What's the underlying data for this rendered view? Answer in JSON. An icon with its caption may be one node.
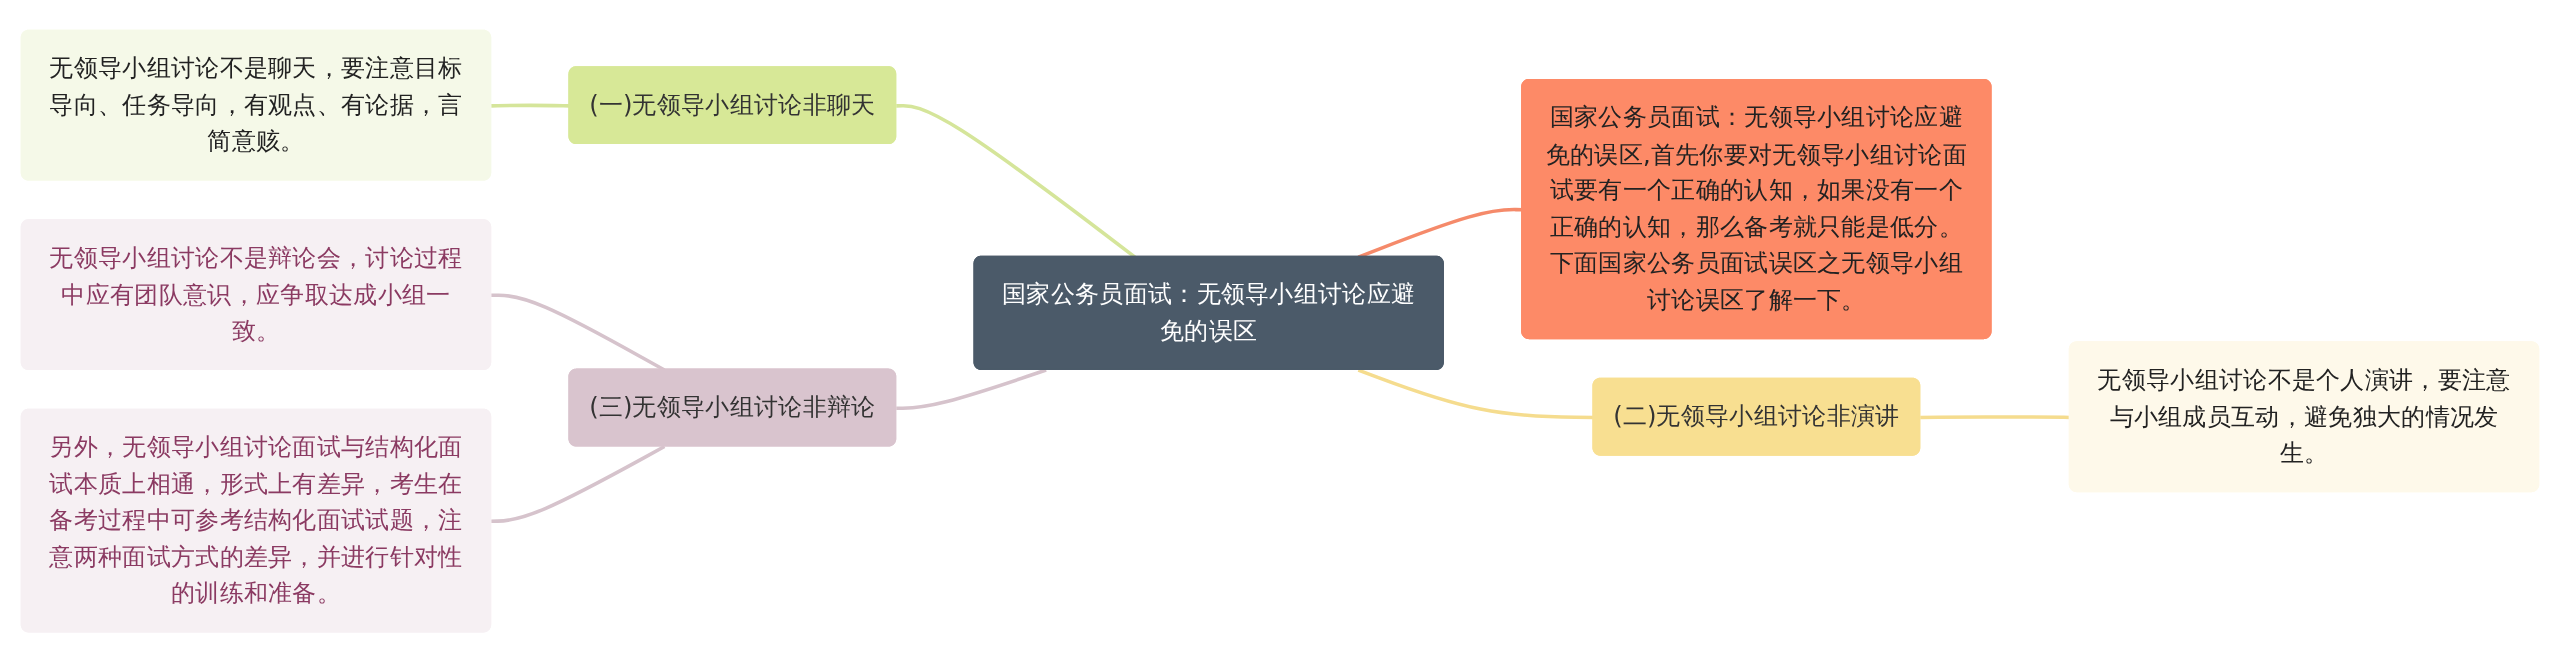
{
  "diagram": {
    "nodes": [
      {
        "text": [
          "国家公务员面试：无领导小组讨论应避免的误区"
        ]
      },
      {
        "text": [
          "(一)无领导小组讨论非聊天"
        ]
      },
      {
        "text": [
          "无领导小组讨论不是聊天，要注意目标导向、任务导向，有观点、有论据，言简意赅。"
        ]
      },
      {
        "text": [
          "(三)无领导小组讨论非辩论"
        ]
      },
      {
        "text": [
          "无领导小组讨论不是辩论会，讨论过程中应有团队意识，应争取达成小组一致。"
        ]
      },
      {
        "text": [
          "另外，无领导小组讨论面试与结构化面试本质上相通，形式上有差异，考生在备考过程中可参考结构化面试试题，注意两种面试方式的差异，并进行针对性的训练和准备。"
        ]
      },
      {
        "text": [
          "国家公务员面试：无领导小组讨论应避免的误区,首先你要对无领导小组讨论面试要有一个正确的认知，如果没有一个正确的认知，那么备考就只能是低分。下面国家公务员面试误区之无领导小组讨论误区了解一下。"
        ]
      },
      {
        "text": [
          "(二)无领导小组讨论非演讲"
        ]
      },
      {
        "text": [
          "无领导小组讨论不是个人演讲，要注意与小组成员互动，避免独大的情况发生。"
        ]
      }
    ],
    "edges": [
      {
        "from": 2,
        "to": 1,
        "arrow": "none",
        "color": "#d5e59a"
      },
      {
        "from": 1,
        "to": 0,
        "arrow": "none",
        "color": "#d5e59a"
      },
      {
        "from": 4,
        "to": 3,
        "arrow": "none",
        "color": "#d6c3cc"
      },
      {
        "from": 5,
        "to": 3,
        "arrow": "none",
        "color": "#d6c3cc"
      },
      {
        "from": 3,
        "to": 0,
        "arrow": "none",
        "color": "#d6c3cc"
      },
      {
        "from": 0,
        "to": 6,
        "arrow": "none",
        "color": "#f58a6a"
      },
      {
        "from": 0,
        "to": 7,
        "arrow": "none",
        "color": "#f5dc8e"
      },
      {
        "from": 7,
        "to": 8,
        "arrow": "none",
        "color": "#f5dc8e"
      }
    ]
  }
}
